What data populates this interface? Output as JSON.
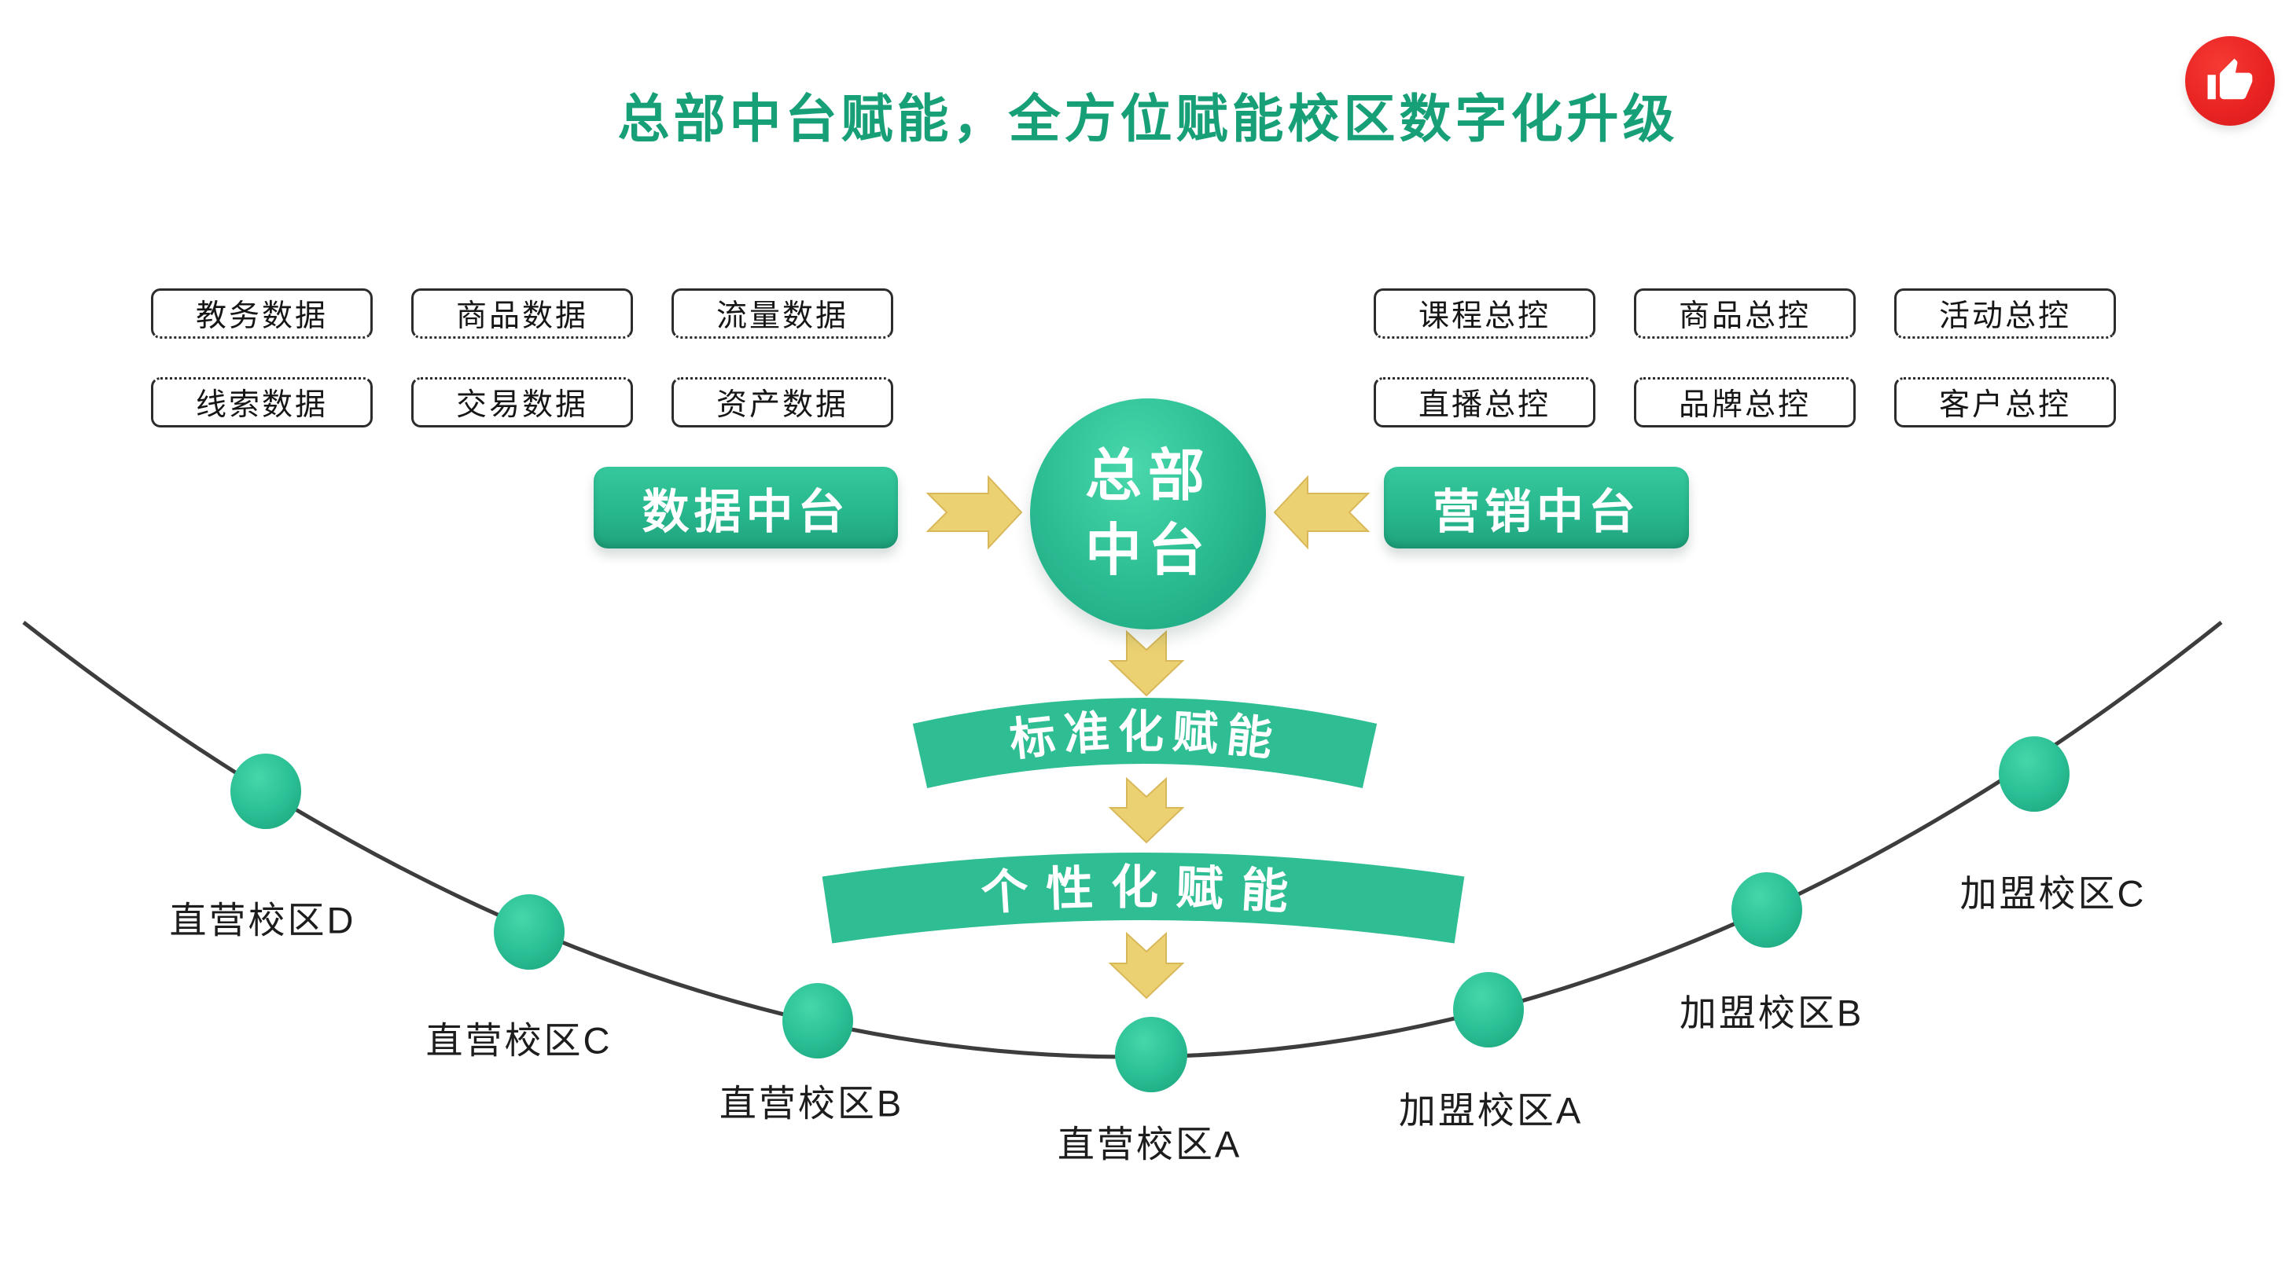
{
  "title": "总部中台赋能，全方位赋能校区数字化升级",
  "like_badge": {
    "icon": "thumbs-up"
  },
  "data_sources": {
    "rows": [
      [
        "教务数据",
        "商品数据",
        "流量数据"
      ],
      [
        "线索数据",
        "交易数据",
        "资产数据"
      ]
    ]
  },
  "controls": {
    "rows": [
      [
        "课程总控",
        "商品总控",
        "活动总控"
      ],
      [
        "直播总控",
        "品牌总控",
        "客户总控"
      ]
    ]
  },
  "data_platform": {
    "label": "数据中台"
  },
  "marketing_platform": {
    "label": "营销中台"
  },
  "hq_hub": {
    "line1": "总部",
    "line2": "中台"
  },
  "bands": {
    "standardization": "标准化赋能",
    "personalization": "个性化赋能"
  },
  "campuses": [
    {
      "label": "直营校区D"
    },
    {
      "label": "直营校区C"
    },
    {
      "label": "直营校区B"
    },
    {
      "label": "直营校区A"
    },
    {
      "label": "加盟校区A"
    },
    {
      "label": "加盟校区B"
    },
    {
      "label": "加盟校区C"
    }
  ],
  "colors": {
    "accent_green": "#2bbd93",
    "title_green": "#17a077",
    "arrow_yellow": "#ecd173",
    "arrow_edge": "#d9b85a",
    "badge_red": "#e82222",
    "curve_gray": "#3d3d3d",
    "box_border": "#2c2c2c"
  }
}
